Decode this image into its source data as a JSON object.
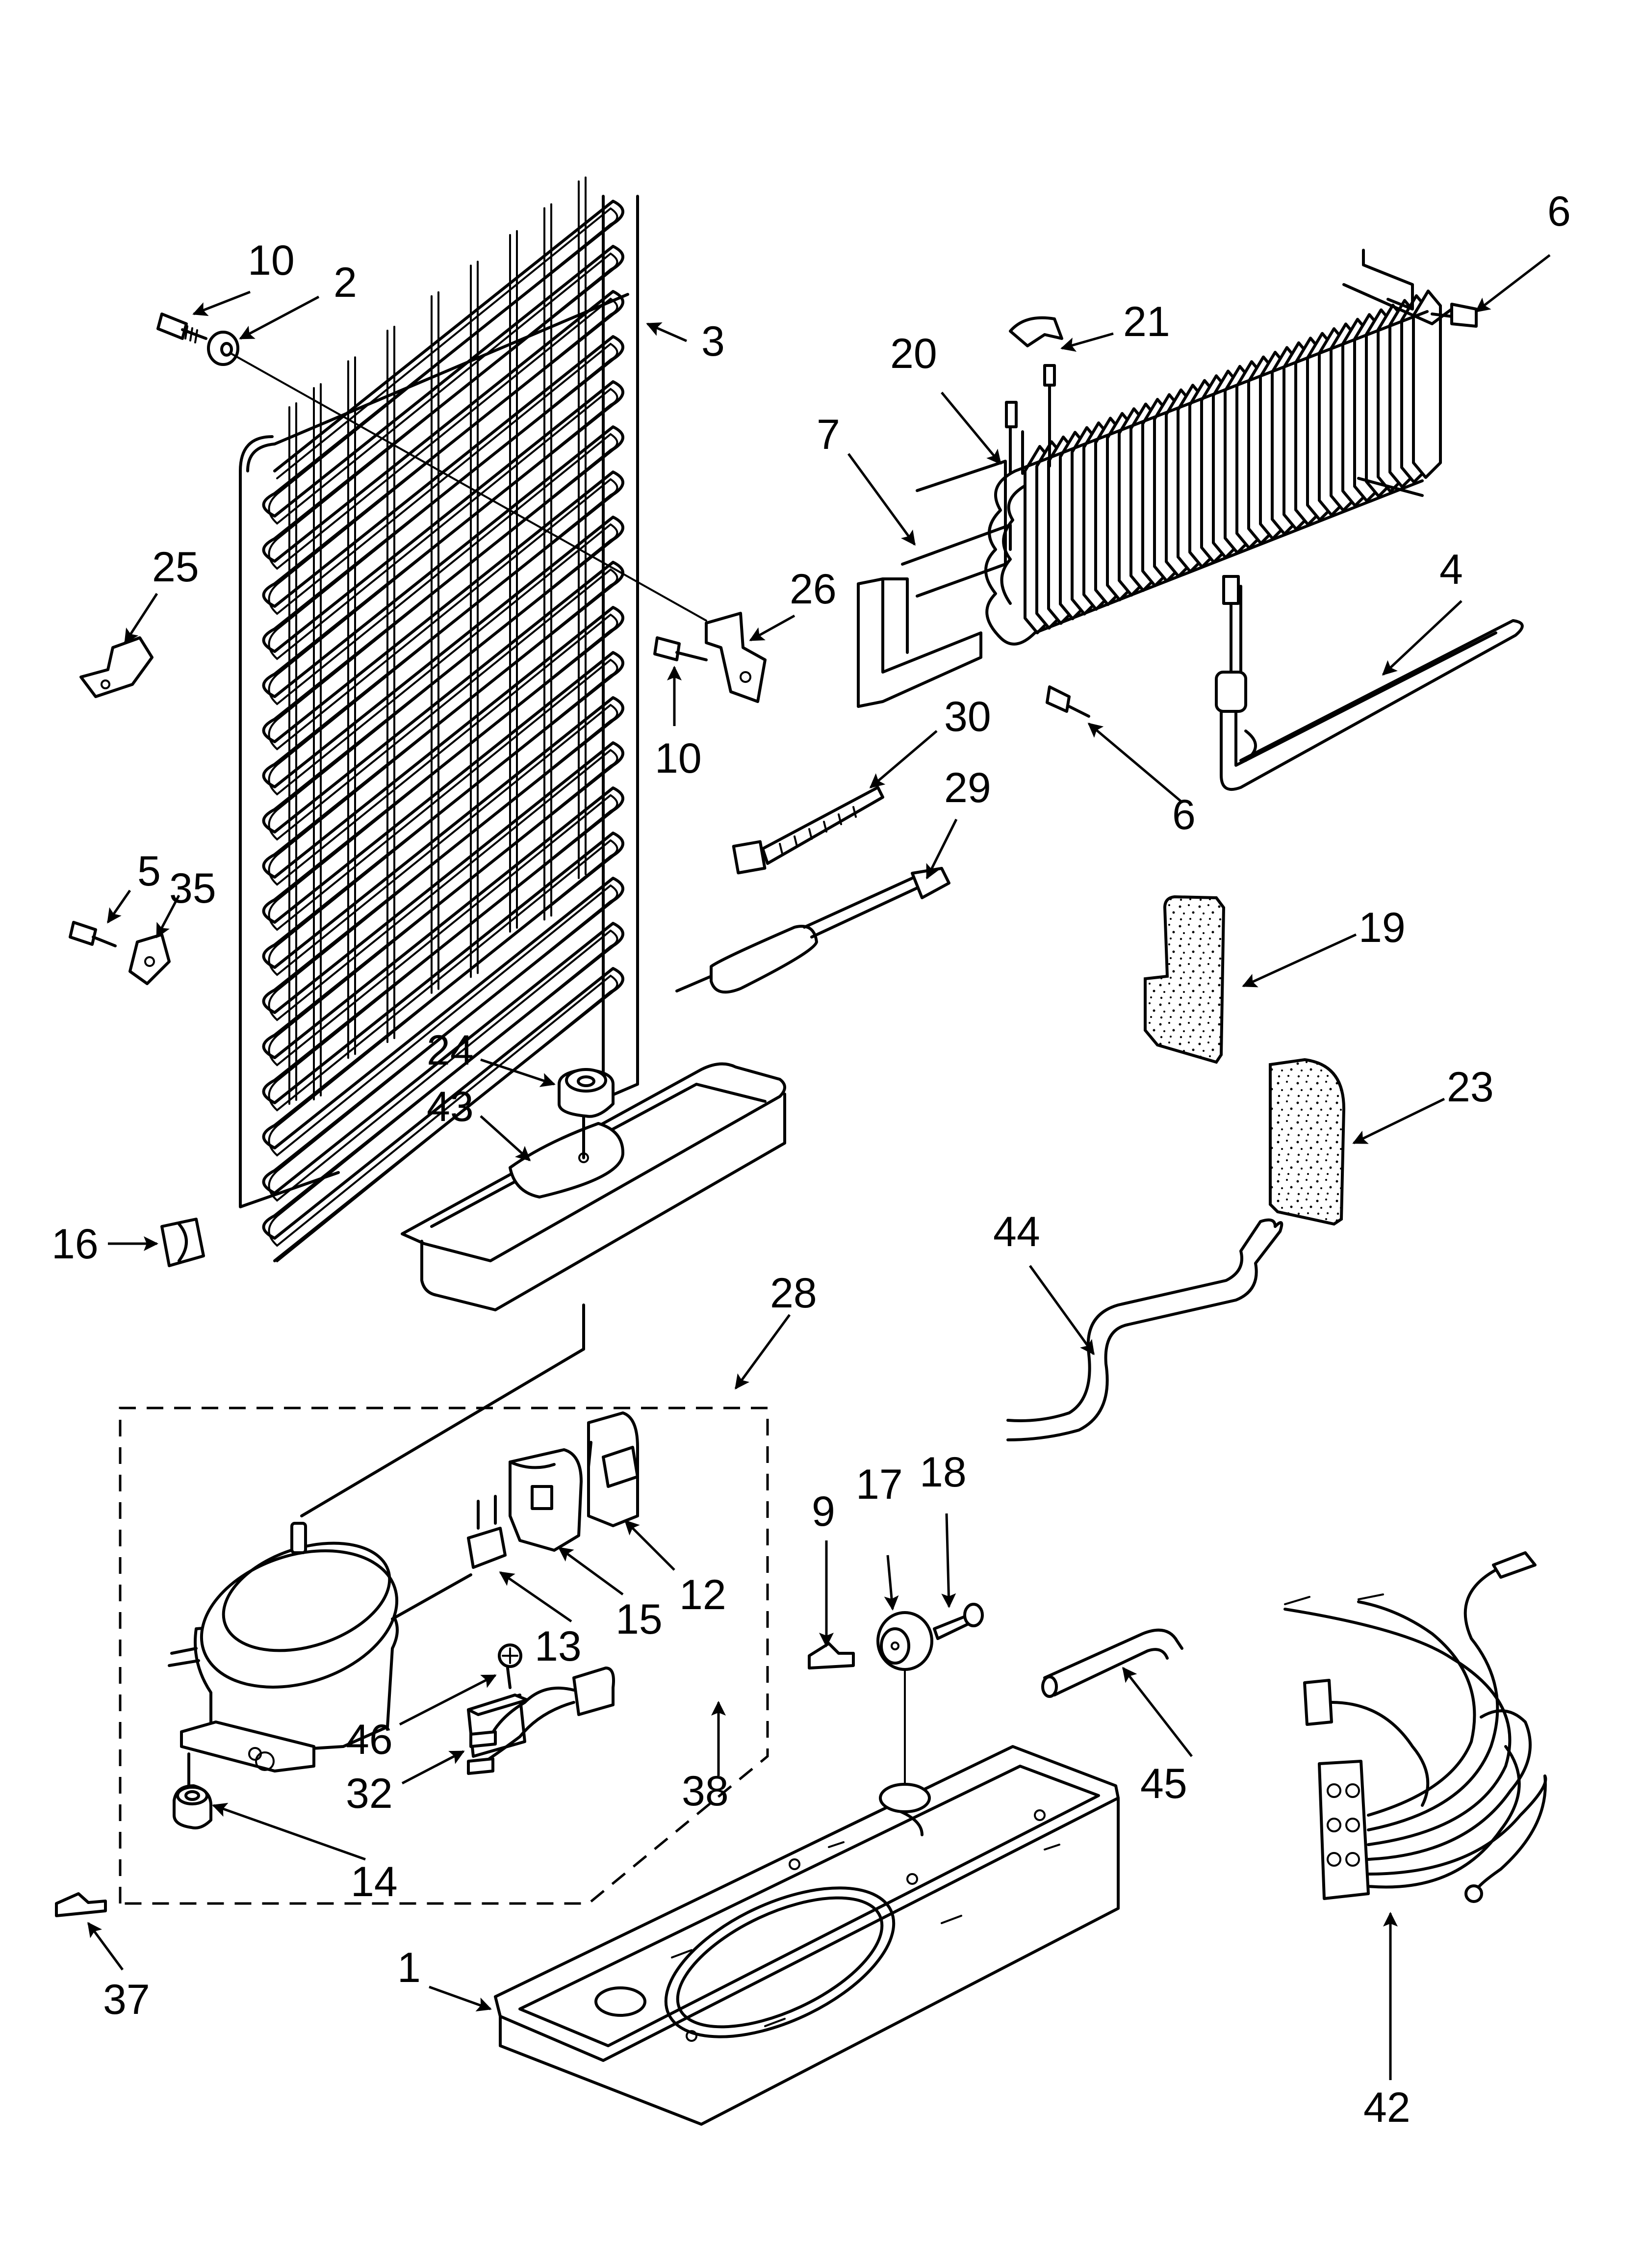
{
  "callouts": {
    "c10a": "10",
    "c2": "2",
    "c3": "3",
    "c6a": "6",
    "c21": "21",
    "c20": "20",
    "c7": "7",
    "c4": "4",
    "c25": "25",
    "c26": "26",
    "c10b": "10",
    "c30": "30",
    "c6b": "6",
    "c29": "29",
    "c5": "5",
    "c35": "35",
    "c19": "19",
    "c24": "24",
    "c43": "43",
    "c23": "23",
    "c16": "16",
    "c44": "44",
    "c28": "28",
    "c9": "9",
    "c17": "17",
    "c18": "18",
    "c12": "12",
    "c15": "15",
    "c13": "13",
    "c46": "46",
    "c32": "32",
    "c38": "38",
    "c45": "45",
    "c14": "14",
    "c37": "37",
    "c1": "1",
    "c42": "42"
  }
}
